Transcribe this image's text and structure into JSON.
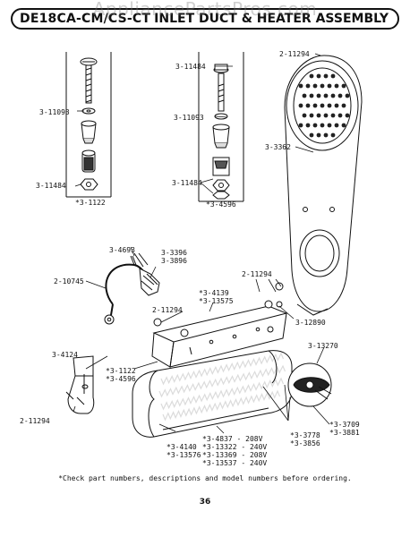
{
  "header": {
    "model": "DE18CA-CM/CS-CT",
    "title": "INLET DUCT & HEATER ASSEMBLY",
    "watermark": "AppliancePartsPros.com"
  },
  "labels": {
    "p1": "3-11093",
    "p2": "3-11484",
    "p3": "*3-1122",
    "p4": "3-11484",
    "p5": "3-11093",
    "p6": "3-11484",
    "p7": "*3-4596",
    "p8": "2-11294",
    "p9": "3-3362",
    "p10": "3-4693",
    "p11": "3-3396",
    "p12": "3-3896",
    "p13": "2-10745",
    "p14": "2-11294",
    "p15": "*3-4139",
    "p16": "*3-13575",
    "p17": "2-11294",
    "p18": "3-12890",
    "p19": "3-4124",
    "p20": "*3-1122",
    "p21": "*3-4596",
    "p22": "3-13270",
    "p23": "2-11294",
    "p24": "*3-3709",
    "p25": "*3-3881",
    "p26": "*3-3778",
    "p27": "*3-3856",
    "p28": "*3-4837 - 208V",
    "p29": "*3-13322 - 240V",
    "p30": "*3-4140",
    "p31": "*3-13576",
    "p32": "*3-13369 - 208V",
    "p33": "*3-13537 - 240V"
  },
  "footer": {
    "note": "*Check part numbers, descriptions and model numbers before ordering.",
    "page": "36"
  }
}
